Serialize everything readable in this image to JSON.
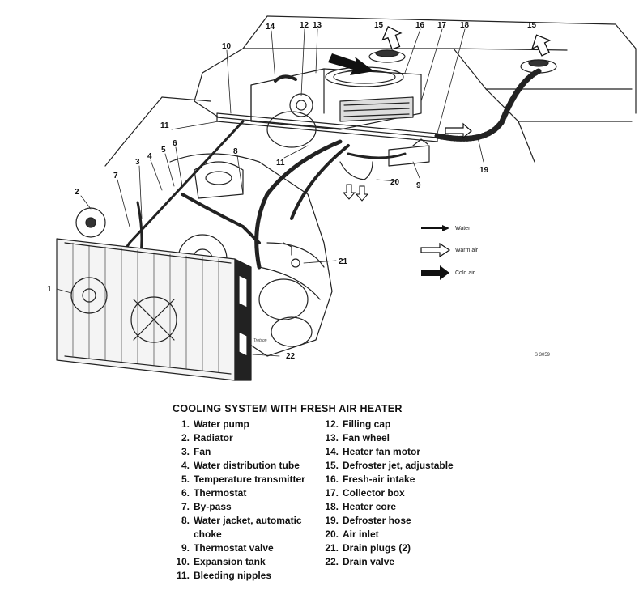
{
  "diagram": {
    "callouts": [
      "1",
      "2",
      "3",
      "4",
      "5",
      "6",
      "7",
      "8",
      "9",
      "10",
      "11",
      "11",
      "12",
      "13",
      "14",
      "15",
      "15",
      "16",
      "17",
      "18",
      "19",
      "20",
      "21",
      "22"
    ],
    "legend": [
      {
        "label": "Water",
        "style": "thin-solid"
      },
      {
        "label": "Warm air",
        "style": "outline"
      },
      {
        "label": "Cold air",
        "style": "solid-fat"
      }
    ],
    "figure_code": "S 3059",
    "signature": "Tretson"
  },
  "caption": "COOLING SYSTEM WITH FRESH AIR HEATER",
  "parts_left": [
    {
      "num": "1.",
      "label": "Water pump"
    },
    {
      "num": "2.",
      "label": "Radiator"
    },
    {
      "num": "3.",
      "label": "Fan"
    },
    {
      "num": "4.",
      "label": "Water distribution tube"
    },
    {
      "num": "5.",
      "label": "Temperature transmitter"
    },
    {
      "num": "6.",
      "label": "Thermostat"
    },
    {
      "num": "7.",
      "label": "By-pass"
    },
    {
      "num": "8.",
      "label": "Water jacket, automatic choke"
    },
    {
      "num": "9.",
      "label": "Thermostat valve"
    },
    {
      "num": "10.",
      "label": "Expansion tank"
    },
    {
      "num": "11.",
      "label": "Bleeding nipples"
    }
  ],
  "parts_right": [
    {
      "num": "12.",
      "label": "Filling cap"
    },
    {
      "num": "13.",
      "label": "Fan wheel"
    },
    {
      "num": "14.",
      "label": "Heater fan motor"
    },
    {
      "num": "15.",
      "label": "Defroster jet, adjustable"
    },
    {
      "num": "16.",
      "label": "Fresh-air intake"
    },
    {
      "num": "17.",
      "label": "Collector box"
    },
    {
      "num": "18.",
      "label": "Heater core"
    },
    {
      "num": "19.",
      "label": "Defroster hose"
    },
    {
      "num": "20.",
      "label": "Air inlet"
    },
    {
      "num": "21.",
      "label": "Drain plugs (2)"
    },
    {
      "num": "22.",
      "label": "Drain valve"
    }
  ]
}
